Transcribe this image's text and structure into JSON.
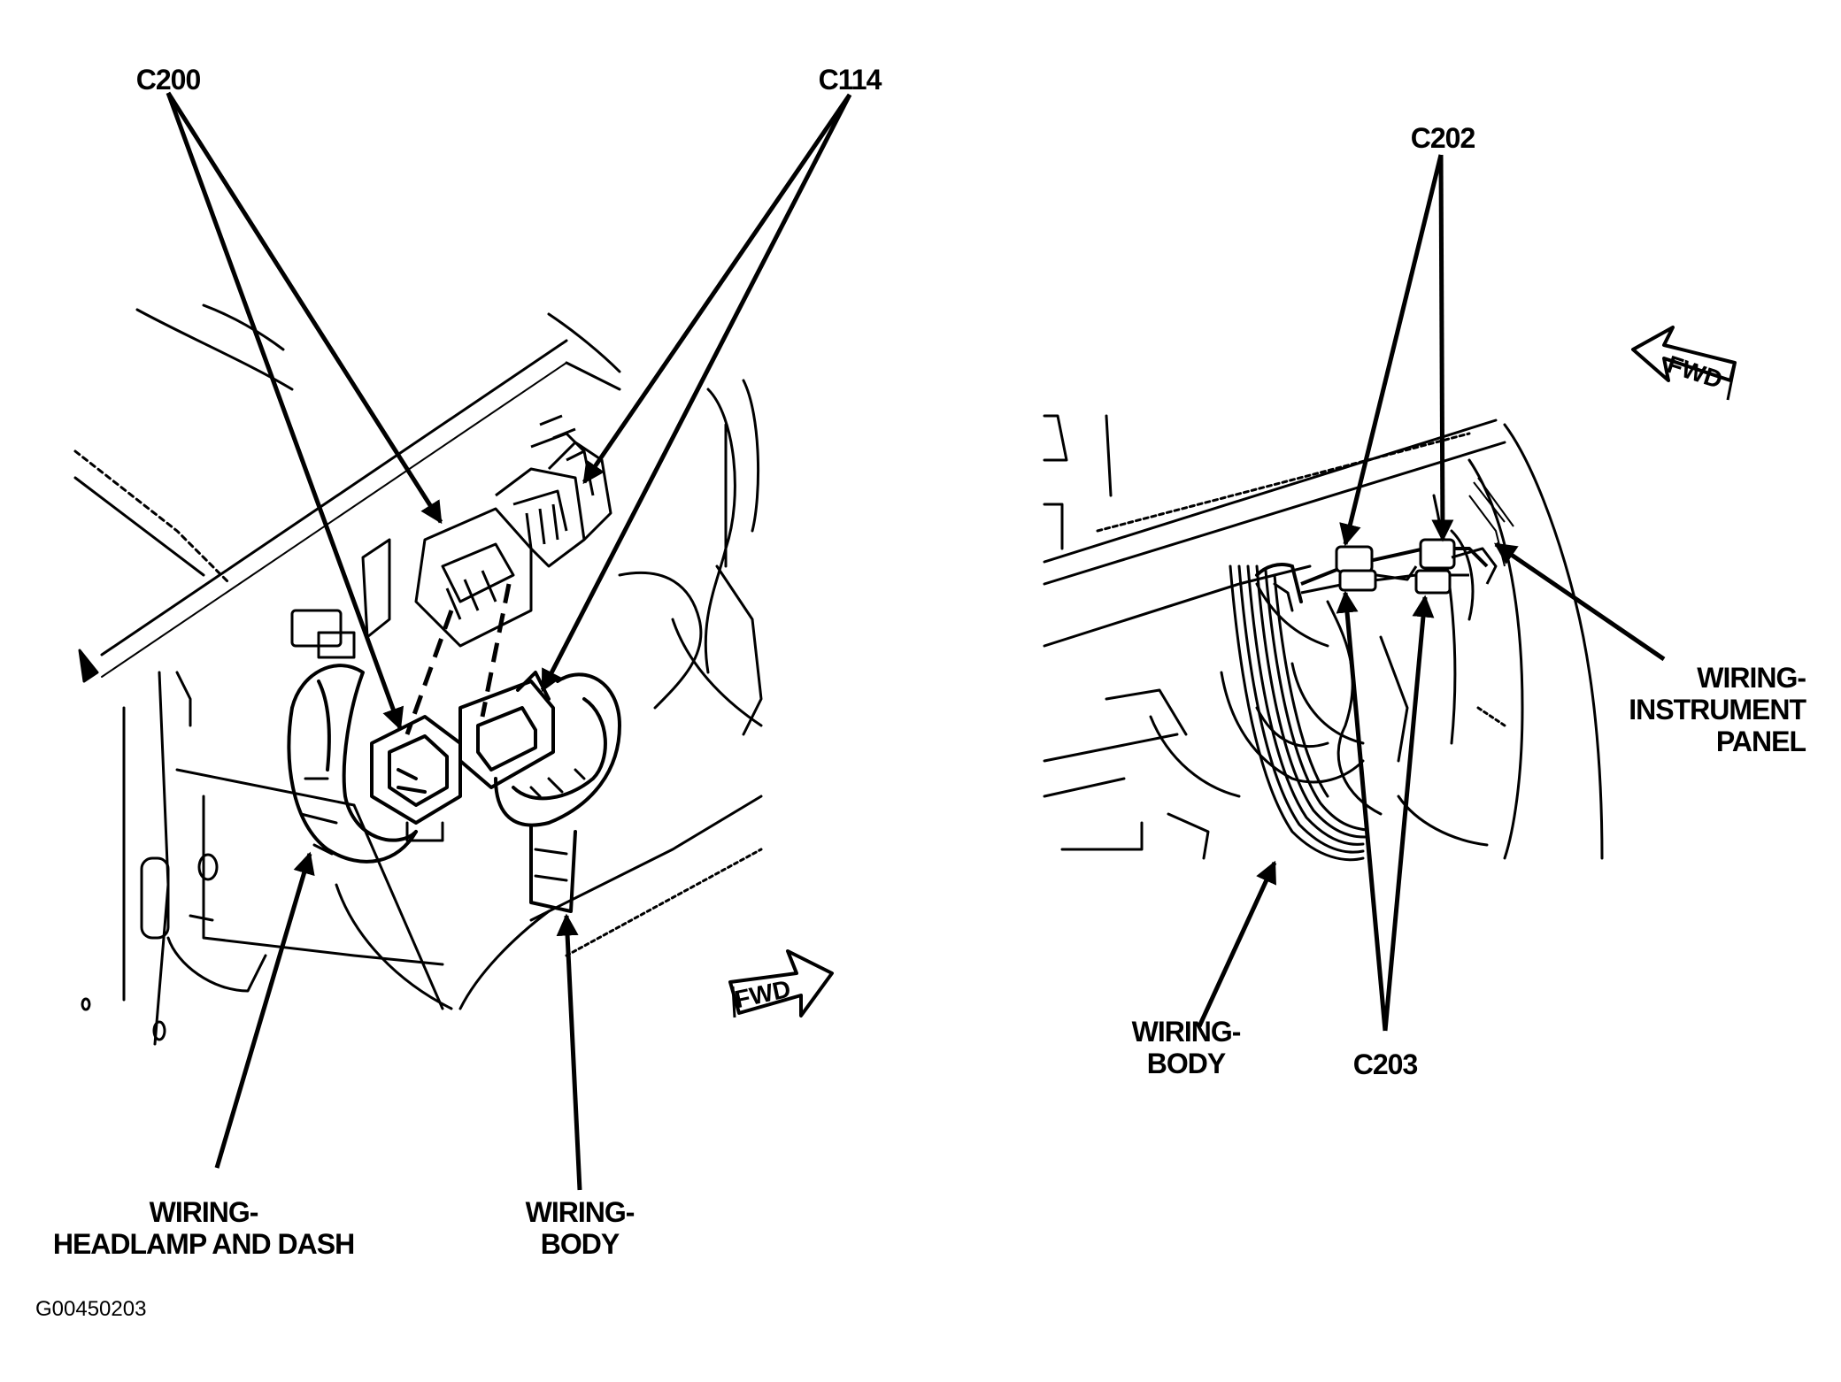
{
  "labels": {
    "c200": "C200",
    "c114": "C114",
    "c202": "C202",
    "c203": "C203",
    "left_wiring_headlamp": "WIRING-\nHEADLAMP AND DASH",
    "left_wiring_body": "WIRING-\nBODY",
    "right_wiring_instrument": "WIRING-\nINSTRUMENT\nPANEL",
    "right_wiring_body": "WIRING-\nBODY",
    "fwd_left": "FWD",
    "fwd_right": "FWD"
  },
  "figure_id": "G00450203",
  "colors": {
    "ink": "#000000",
    "paper": "#ffffff"
  }
}
